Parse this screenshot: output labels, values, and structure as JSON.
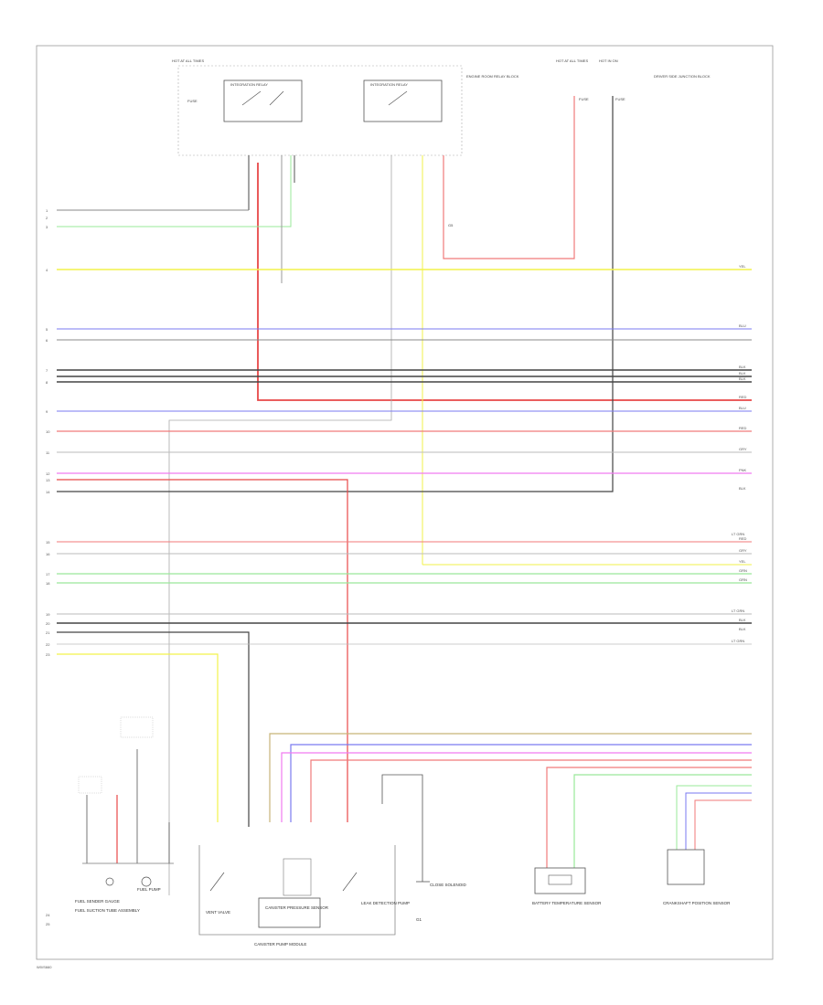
{
  "diagram": {
    "page_code": "W0/S660",
    "top_labels": {
      "hot_at_all_times_left": "HOT AT ALL TIMES",
      "relay_left": "INTEGRATION RELAY",
      "relay_right": "INTEGRATION RELAY",
      "engine_room_box": "ENGINE ROOM RELAY BLOCK",
      "hot_at_all_times_right": "HOT AT ALL TIMES",
      "hot_in_on": "HOT IN ON",
      "fuse_left": "FUSE",
      "fuse_right": "FUSE",
      "junction_block": "DRIVER SIDE JUNCTION BLOCK",
      "fuse_mid": "FUSE",
      "ground_label": "G5"
    },
    "bottom_labels": {
      "fuel_sender": "FUEL SENDER GAUGE",
      "fuel_pump": "FUEL PUMP",
      "fuel_sensor_caption": "FUEL SUCTION TUBE ASSEMBLY",
      "vent_valve": "VENT VALVE",
      "canister_pressure": "CANISTER PRESSURE SENSOR",
      "canister_pump": "CANISTER PUMP MODULE",
      "leak_check": "LEAK DETECTION PUMP",
      "solenoid": "CLOSE SOLENOID",
      "battery_temp": "BATTERY TEMPERATURE SENSOR",
      "crank_sensor": "CRANKSHAFT POSITION SENSOR",
      "ground_g1": "G1"
    },
    "wire_colors": {
      "yellow": "#f2f24a",
      "blue": "#7a7af0",
      "black": "#444444",
      "red": "#f07a7a",
      "pink": "#f07af0",
      "green": "#9ae89a",
      "gray": "#bbbbbb",
      "tan": "#c8b478",
      "thick_red": "#e84848"
    },
    "left_labels": [
      "1",
      "2",
      "3",
      "4",
      "5",
      "6",
      "7",
      "8",
      "9",
      "10",
      "11",
      "12",
      "13",
      "14",
      "15",
      "16",
      "17",
      "18",
      "19",
      "20",
      "21",
      "22",
      "23",
      "24",
      "25"
    ],
    "right_labels": [
      "YEL",
      "BLU",
      "BLK",
      "BLK",
      "BLK",
      "RED",
      "BLU",
      "RED",
      "GRY",
      "PNK",
      "BLK",
      "LT GRN",
      "RED",
      "GRY",
      "YEL",
      "GRN",
      "GRN",
      "LT GRN",
      "BLK",
      "BLK",
      "LT GRN"
    ]
  }
}
